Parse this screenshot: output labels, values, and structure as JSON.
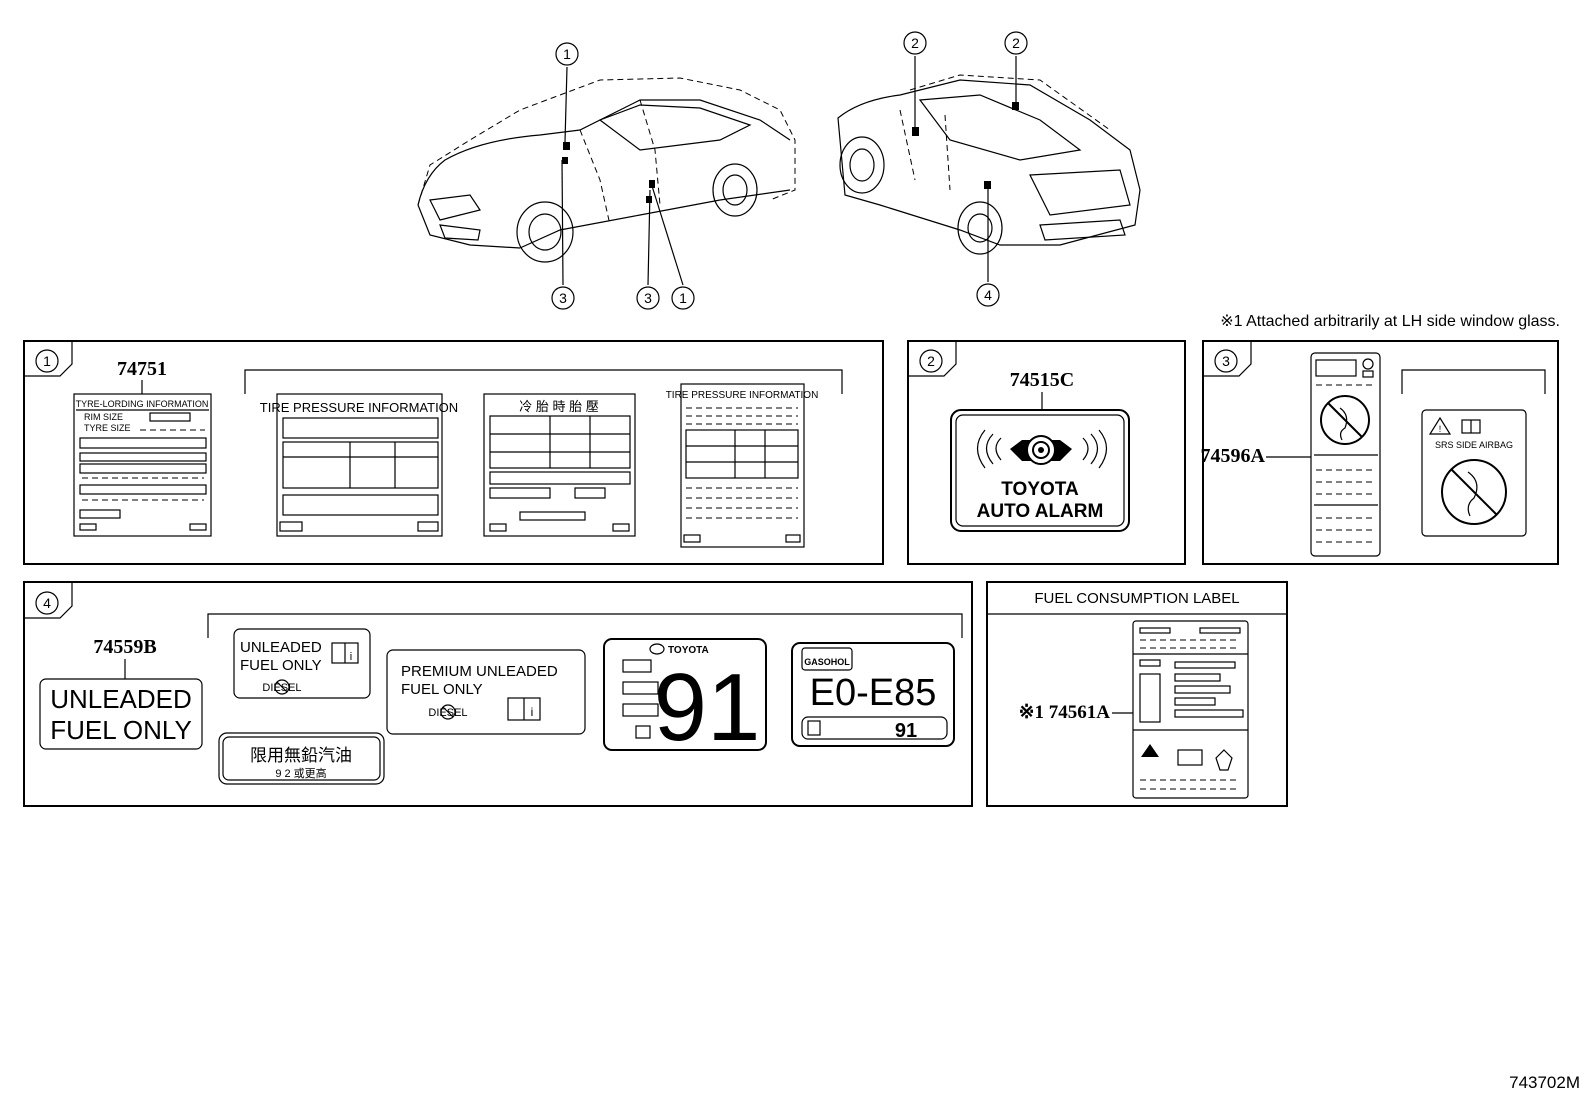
{
  "callout_numbers": {
    "c1": "1",
    "c2": "2",
    "c3": "3",
    "c4": "4"
  },
  "footnote": "※1  Attached arbitrarily at LH side window glass.",
  "section1": {
    "part_no": "74751",
    "tyre_title": "TYRE-LORDING INFORMATION",
    "rim_size": "RIM SIZE",
    "tyre_size": "TYRE SIZE",
    "tire_pressure_title": "TIRE PRESSURE INFORMATION",
    "jp_title": "冷 胎 時 胎 壓",
    "tire_pressure_title2": "TIRE PRESSURE INFORMATION"
  },
  "section2": {
    "part_no": "74515C",
    "line1": "TOYOTA",
    "line2": "AUTO ALARM"
  },
  "section3": {
    "part_no": "74596A",
    "airbag_text": "SRS  SIDE  AIRBAG"
  },
  "section4": {
    "part_no": "74559B",
    "big_line1": "UNLEADED",
    "big_line2": "FUEL ONLY",
    "small_line1": "UNLEADED",
    "small_line2": "FUEL ONLY",
    "small_diesel": "DIESEL",
    "premium_line1": "PREMIUM  UNLEADED",
    "premium_line2": "FUEL ONLY",
    "premium_diesel": "DIESEL",
    "cn_line1": "限用無鉛汽油",
    "cn_line2": "9 2 或更高",
    "toyota": "TOYOTA",
    "octane": "91",
    "gasohol": "GASOHOL",
    "e_range": "E0-E85",
    "octane_small": "91"
  },
  "section5": {
    "title": "FUEL CONSUMPTION LABEL",
    "part_no": "※1 74561A"
  },
  "figure_id": "743702M"
}
